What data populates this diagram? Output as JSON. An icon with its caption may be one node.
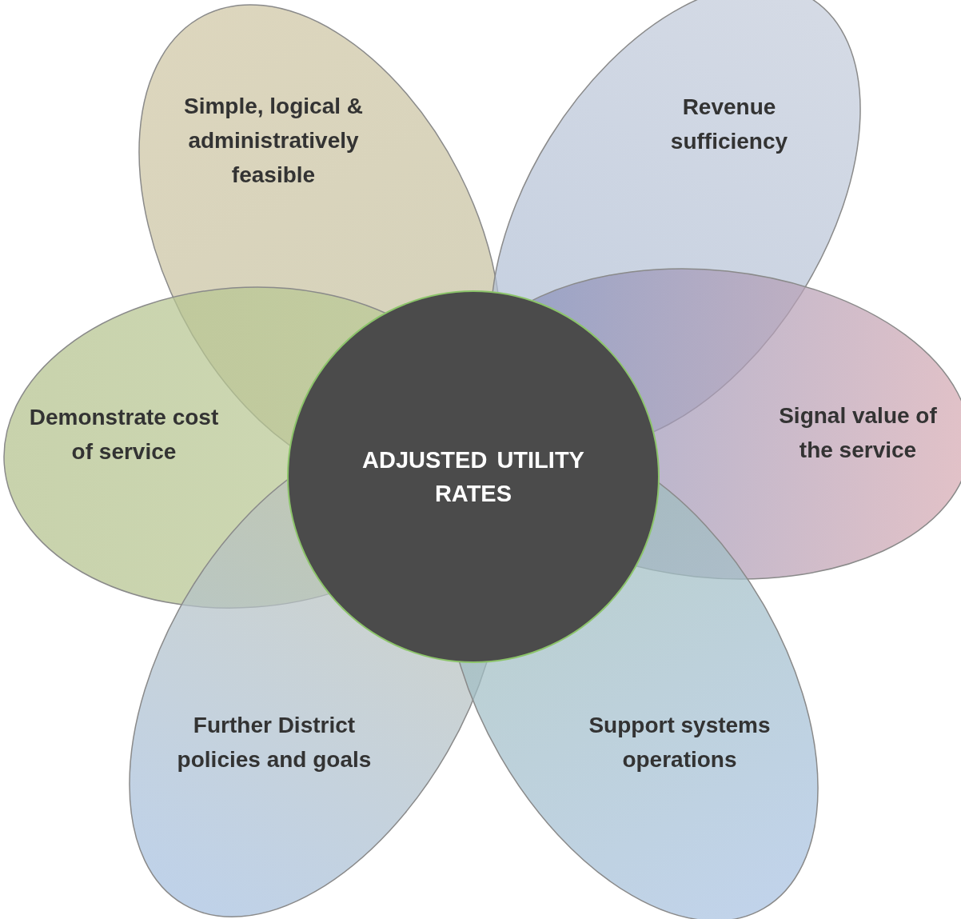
{
  "diagram": {
    "nodes": [
      {
        "text": [
          "Simple, logical & administratively feasible"
        ]
      },
      {
        "text": [
          "Revenue sufficiency"
        ]
      },
      {
        "text": [
          "Signal value of the service"
        ]
      },
      {
        "text": [
          "Demonstrate cost of service"
        ]
      },
      {
        "text": [
          "ADJUSTED UTILITY RATES"
        ]
      },
      {
        "text": [
          "Further District policies and goals"
        ]
      },
      {
        "text": [
          "Support systems operations"
        ]
      }
    ]
  }
}
